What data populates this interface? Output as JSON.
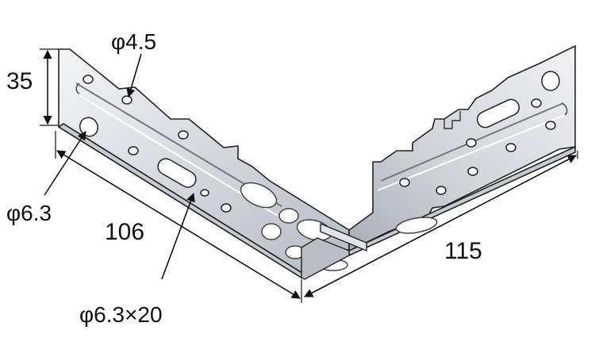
{
  "labels": {
    "height_35": "35",
    "hole_4_5": "φ4.5",
    "hole_6_3": "φ6.3",
    "length_106": "106",
    "slot_6_3x20": "φ6.3×20",
    "length_115": "115"
  },
  "colors": {
    "metal_light": "#e9eaee",
    "metal_mid": "#c9ccd3",
    "metal_dark": "#9aa0aa",
    "stroke": "#222222"
  }
}
